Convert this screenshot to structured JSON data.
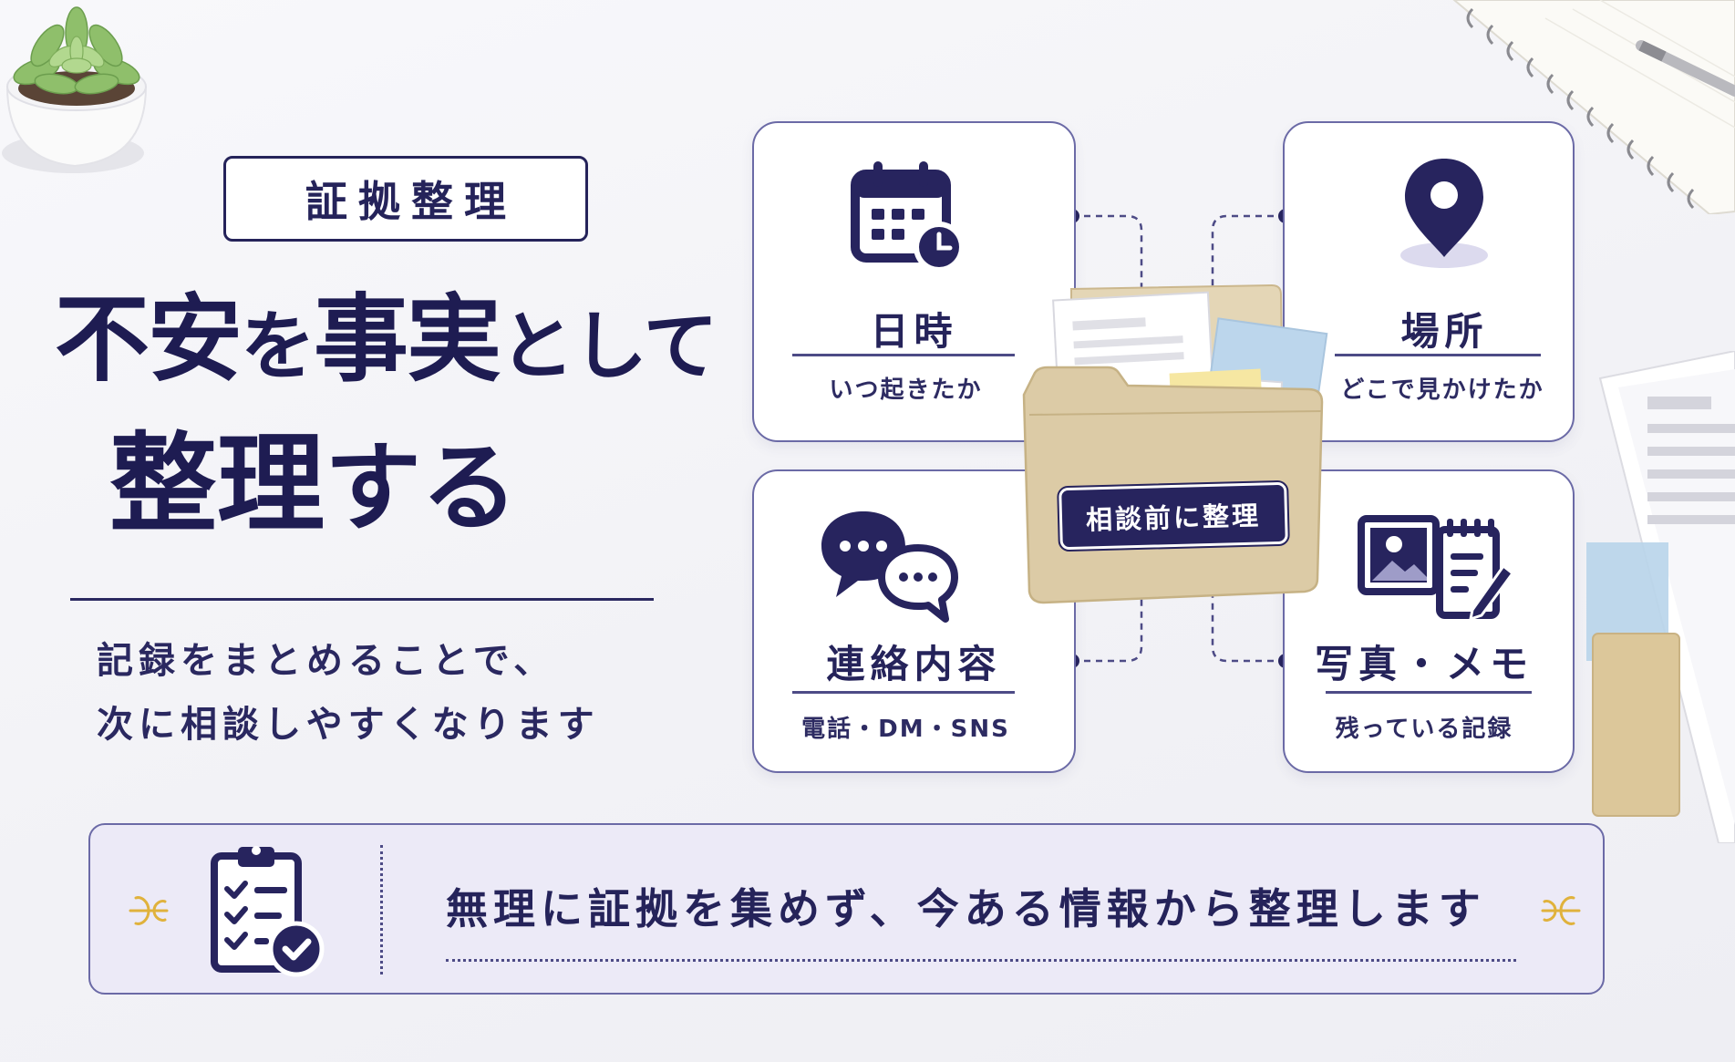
{
  "badge": {
    "label": "証拠整理"
  },
  "headline": {
    "line1_a": "不安",
    "line1_b": "を",
    "line1_c": "事実",
    "line1_d": "として",
    "line2_a": "整理",
    "line2_b": "する"
  },
  "subtext": {
    "line1": "記録をまとめることで、",
    "line2": "次に相談しやすくなります"
  },
  "cards": [
    {
      "title": "日時",
      "subtitle": "いつ起きたか",
      "icon": "calendar-clock-icon"
    },
    {
      "title": "場所",
      "subtitle": "どこで見かけたか",
      "icon": "map-pin-icon"
    },
    {
      "title": "連絡内容",
      "subtitle": "電話・DM・SNS",
      "icon": "chat-bubbles-icon"
    },
    {
      "title": "写真・メモ",
      "subtitle": "残っている記録",
      "icon": "photo-memo-icon"
    }
  ],
  "folder": {
    "label": "相談前に整理",
    "icon": "document-folder-icon"
  },
  "banner": {
    "text": "無理に証拠を集めず、今ある情報から整理します",
    "icon": "clipboard-check-icon"
  },
  "colors": {
    "navy": "#25235a",
    "card_border": "#6b6aa6",
    "banner_bg": "#eceaf7",
    "accent_gold": "#e0b23c",
    "folder_kraft": "#dccba6"
  }
}
